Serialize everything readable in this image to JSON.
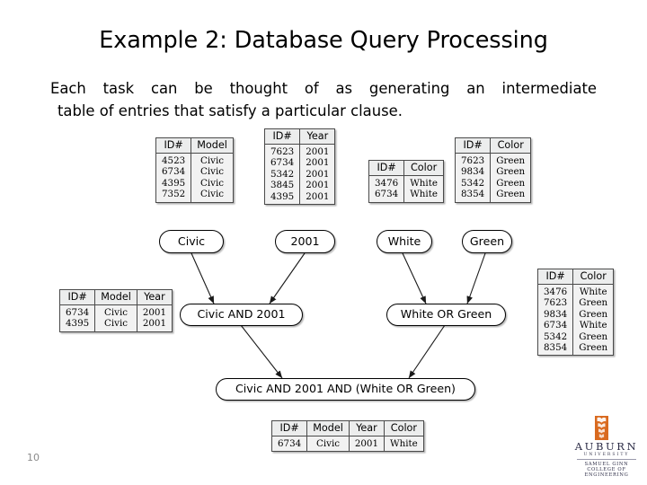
{
  "slide": {
    "title": "Example 2: Database Query Processing",
    "body_line_1": "Each task can be thought of as generating an intermediate",
    "body_line_2": "table of entries that satisfy a particular clause.",
    "page_number": "10"
  },
  "logo": {
    "wordmark": "AUBURN",
    "subtitle": "UNIVERSITY",
    "college_line_1": "SAMUEL GINN",
    "college_line_2": "COLLEGE OF ENGINEERING"
  },
  "diagram": {
    "tables": [
      {
        "id": "table-model",
        "headers": [
          "ID#",
          "Model"
        ],
        "rows": [
          [
            "4523",
            "Civic"
          ],
          [
            "6734",
            "Civic"
          ],
          [
            "4395",
            "Civic"
          ],
          [
            "7352",
            "Civic"
          ]
        ]
      },
      {
        "id": "table-year",
        "headers": [
          "ID#",
          "Year"
        ],
        "rows": [
          [
            "7623",
            "2001"
          ],
          [
            "6734",
            "2001"
          ],
          [
            "5342",
            "2001"
          ],
          [
            "3845",
            "2001"
          ],
          [
            "4395",
            "2001"
          ]
        ]
      },
      {
        "id": "table-white",
        "headers": [
          "ID#",
          "Color"
        ],
        "rows": [
          [
            "3476",
            "White"
          ],
          [
            "6734",
            "White"
          ]
        ]
      },
      {
        "id": "table-green",
        "headers": [
          "ID#",
          "Color"
        ],
        "rows": [
          [
            "7623",
            "Green"
          ],
          [
            "9834",
            "Green"
          ],
          [
            "5342",
            "Green"
          ],
          [
            "8354",
            "Green"
          ]
        ]
      },
      {
        "id": "table-civic-and-2001",
        "headers": [
          "ID#",
          "Model",
          "Year"
        ],
        "rows": [
          [
            "6734",
            "Civic",
            "2001"
          ],
          [
            "4395",
            "Civic",
            "2001"
          ]
        ]
      },
      {
        "id": "table-white-or-green",
        "headers": [
          "ID#",
          "Color"
        ],
        "rows": [
          [
            "3476",
            "White"
          ],
          [
            "7623",
            "Green"
          ],
          [
            "9834",
            "Green"
          ],
          [
            "6734",
            "White"
          ],
          [
            "5342",
            "Green"
          ],
          [
            "8354",
            "Green"
          ]
        ]
      },
      {
        "id": "table-final-result",
        "headers": [
          "ID#",
          "Model",
          "Year",
          "Color"
        ],
        "rows": [
          [
            "6734",
            "Civic",
            "2001",
            "White"
          ]
        ]
      }
    ],
    "nodes": [
      {
        "id": "node-civic",
        "label": "Civic"
      },
      {
        "id": "node-2001",
        "label": "2001"
      },
      {
        "id": "node-white",
        "label": "White"
      },
      {
        "id": "node-green",
        "label": "Green"
      },
      {
        "id": "node-civic-and-2001",
        "label": "Civic AND 2001"
      },
      {
        "id": "node-white-or-green",
        "label": "White OR Green"
      },
      {
        "id": "node-final",
        "label": "Civic AND 2001 AND (White OR Green)"
      }
    ]
  }
}
